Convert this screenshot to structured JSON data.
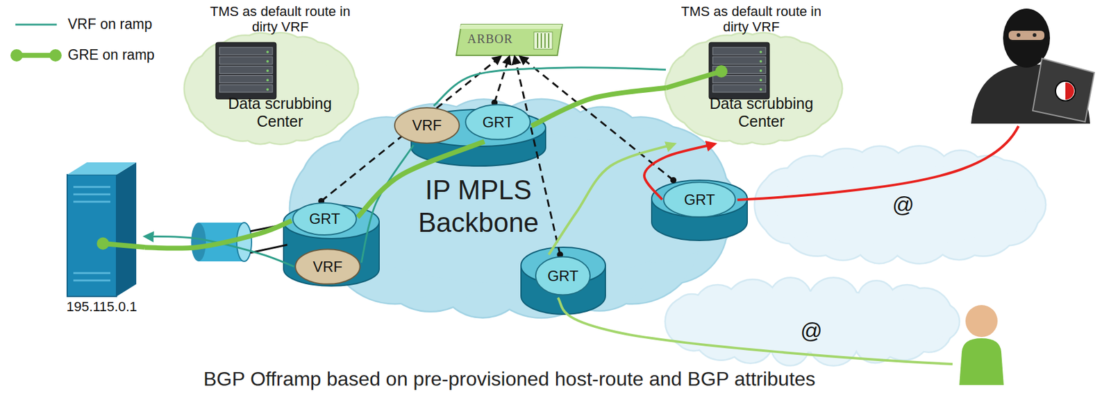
{
  "diagram": {
    "nodes": [
      {
        "text": [
          "TMS as default route in dirty VRF",
          "Data scrubbing Center"
        ]
      },
      {
        "text": [
          "ARBOR"
        ]
      },
      {
        "text": [
          "TMS as default route in dirty VRF",
          "Data scrubbing Center"
        ]
      },
      {
        "text": [
          "195.115.0.1"
        ]
      },
      {
        "text": [
          "IP MPLS Backbone"
        ]
      },
      {
        "text": [
          "VRF"
        ],
        "in": 4
      },
      {
        "text": [
          "GRT"
        ],
        "in": 4
      },
      {
        "text": [
          "GRT"
        ],
        "in": 4
      },
      {
        "text": [
          "VRF"
        ],
        "in": 4
      },
      {
        "text": [
          "GRT"
        ],
        "in": 4
      },
      {
        "text": [
          "GRT"
        ],
        "in": 4
      },
      {
        "text": [
          "@"
        ]
      },
      {
        "text": [
          "@"
        ]
      }
    ],
    "edges": [
      {
        "from": 7,
        "to": 1,
        "arrow": "to"
      },
      {
        "from": 6,
        "to": 1,
        "arrow": "to"
      },
      {
        "from": 10,
        "to": 1,
        "arrow": "to"
      },
      {
        "from": 9,
        "to": 1,
        "arrow": "to"
      },
      {
        "from": 9,
        "to": 2,
        "arrow": "to"
      },
      {
        "from": 10,
        "to": 2,
        "arrow": "to"
      },
      {
        "from": 2,
        "to": 5,
        "arrow": "none"
      },
      {
        "from": 5,
        "to": 8,
        "arrow": "none"
      },
      {
        "from": 8,
        "to": 3,
        "arrow": "to"
      },
      {
        "from": 2,
        "to": 6,
        "arrow": "none"
      },
      {
        "from": 6,
        "to": 7,
        "arrow": "none"
      },
      {
        "from": 7,
        "to": 3,
        "arrow": "none"
      }
    ],
    "labels": [
      "BGP Offramp based on pre-provisioned host-route and BGP attributes"
    ],
    "legend": [
      {
        "text": "VRF on ramp"
      },
      {
        "text": "GRE on ramp"
      }
    ]
  }
}
